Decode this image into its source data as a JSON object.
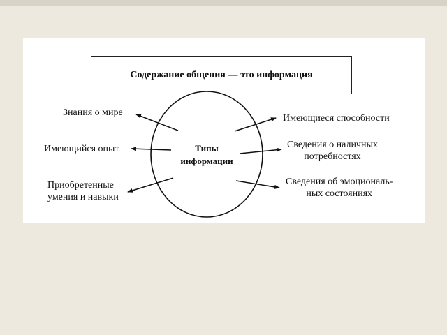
{
  "title": "Содержание общения — это информация",
  "center": {
    "line1": "Типы",
    "line2": "информации"
  },
  "left_items": [
    {
      "line1": "Знания о мире"
    },
    {
      "line1": "Имеющийся опыт"
    },
    {
      "line1": "Приобретенные",
      "line2": "умения и навыки"
    }
  ],
  "right_items": [
    {
      "line1": "Имеющиеся способности"
    },
    {
      "line1": "Сведения о наличных",
      "line2": "потребностях"
    },
    {
      "line1": "Сведения об эмоциональ-",
      "line2": "ных состояниях"
    }
  ],
  "colors": {
    "slide_background": "#ede9df",
    "panel": "#ffffff",
    "ink": "#111111"
  }
}
